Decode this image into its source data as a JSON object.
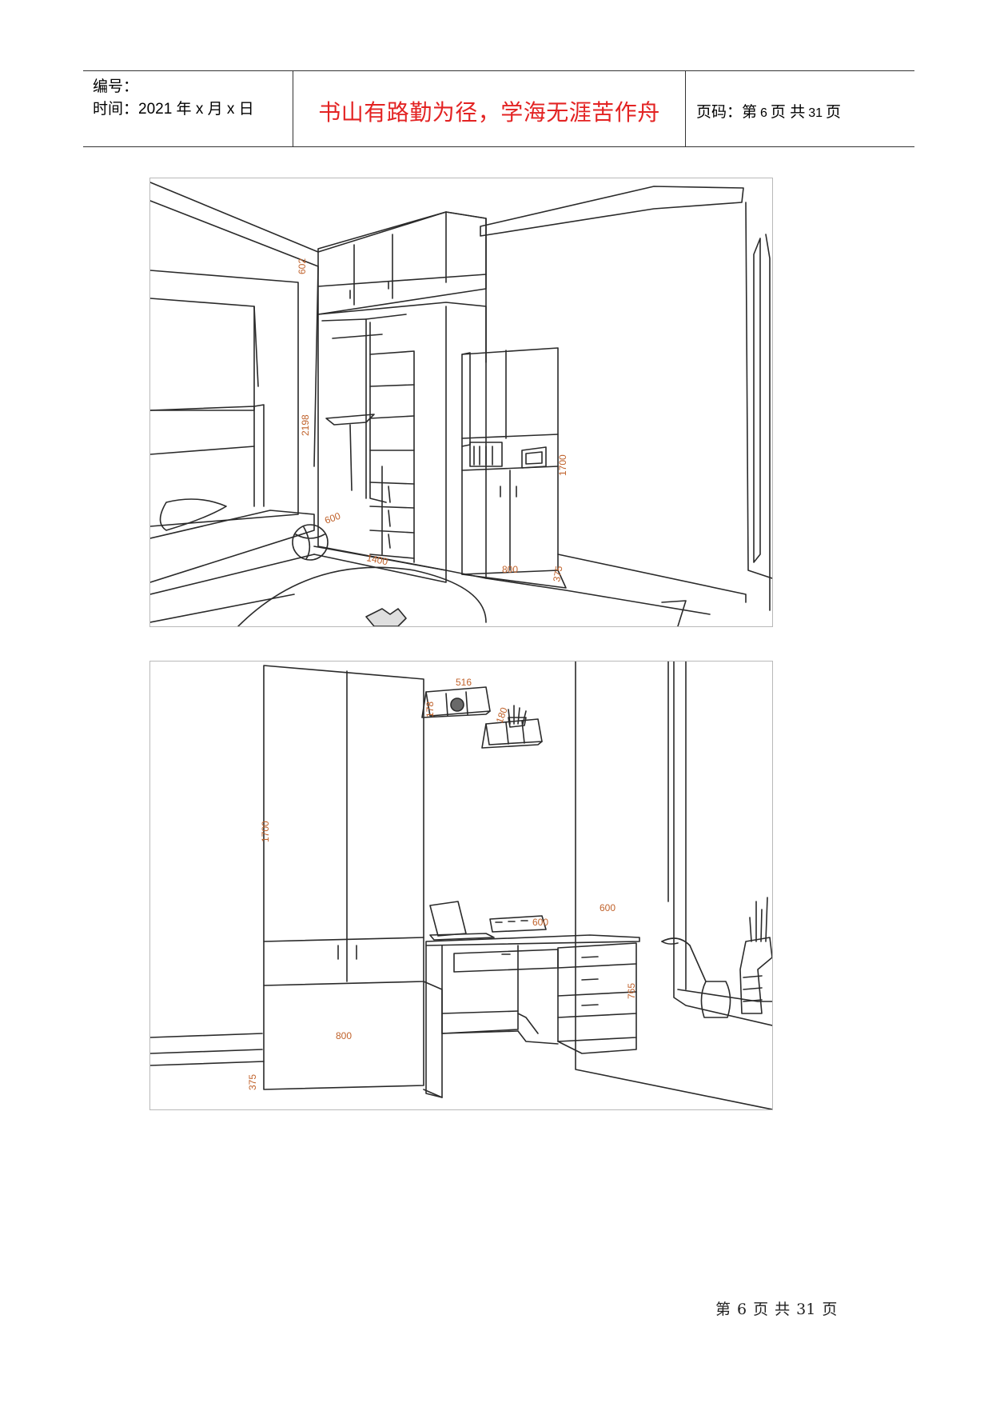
{
  "header": {
    "serial_label": "编号：",
    "time_label": "时间：2021 年 x 月 x 日",
    "motto": "书山有路勤为径，学海无涯苦作舟",
    "page_code_prefix": "页码：第",
    "page_current": "6",
    "page_code_mid": "页  共",
    "page_total": "31",
    "page_code_suffix": "页"
  },
  "figure1": {
    "dimensions": [
      "602",
      "2198",
      "600",
      "1400",
      "800",
      "375",
      "1700"
    ]
  },
  "figure2": {
    "dimensions": [
      "516",
      "178",
      "180",
      "600",
      "1700",
      "800",
      "375",
      "765",
      "600"
    ]
  },
  "footer": {
    "di": "第",
    "current": "6",
    "ye": "页",
    "gong": "共",
    "total": "31",
    "ye2": "页"
  },
  "colors": {
    "motto": "#e32323",
    "dimension": "#c0622b",
    "line": "#2a2a2a"
  }
}
